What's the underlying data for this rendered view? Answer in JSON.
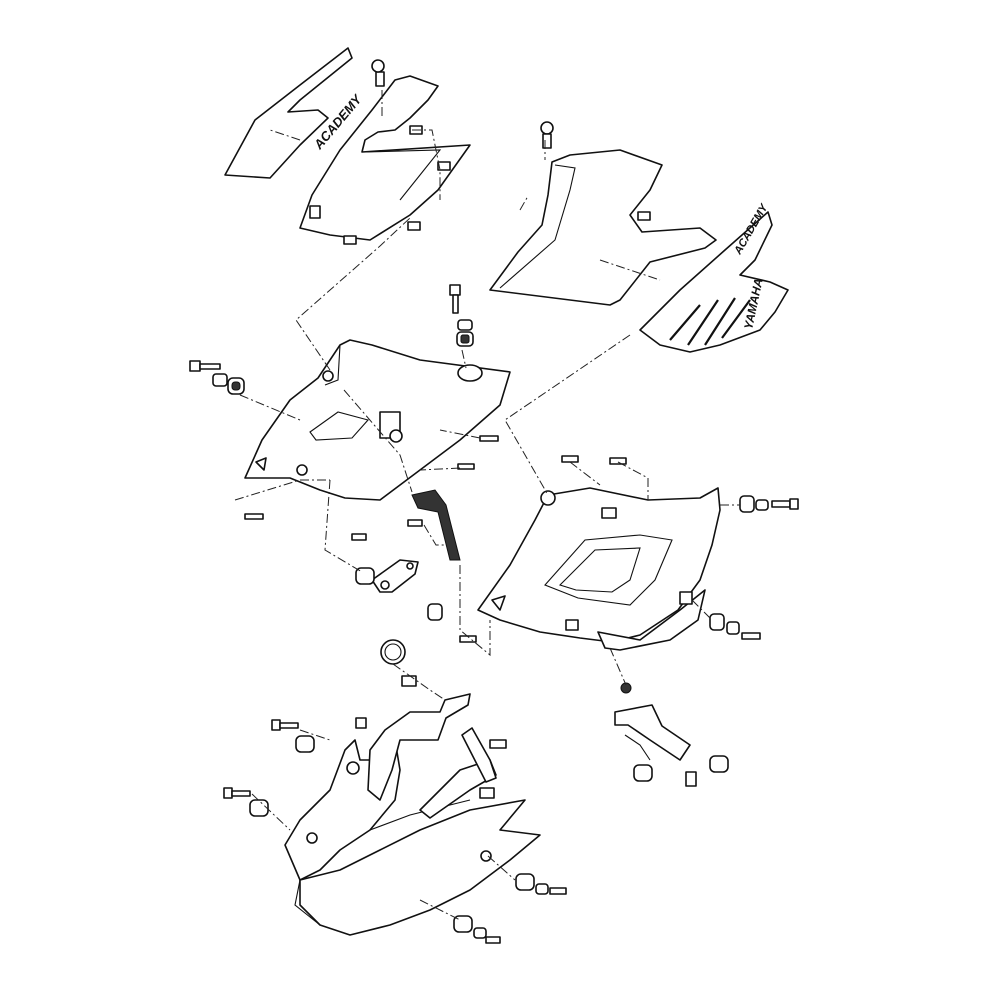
{
  "decals": {
    "left_upper_logo": "ACADEMY",
    "right_upper_brand": "YAMAHA",
    "right_upper_logo": "ACADEMY"
  },
  "colors": {
    "line": "#111111",
    "background": "#ffffff"
  },
  "icons": {
    "bolt": "hex-bolt-icon",
    "grommet": "rubber-grommet-icon",
    "collar": "collar-icon",
    "screw": "screw-icon",
    "nut": "clip-nut-icon"
  }
}
